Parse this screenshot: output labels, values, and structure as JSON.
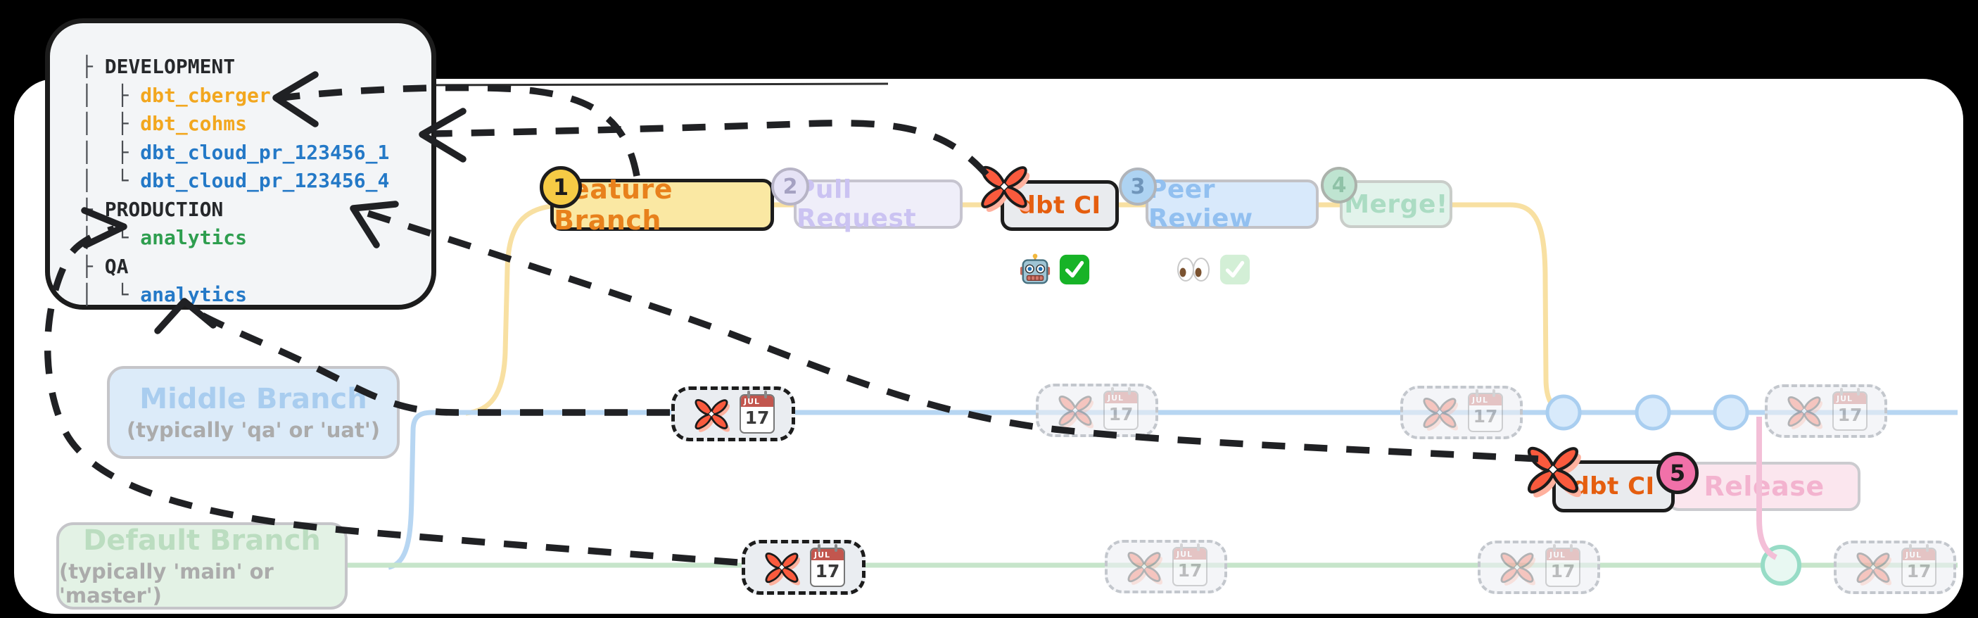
{
  "tree": {
    "rows": [
      {
        "prefix": "├ ",
        "label": "DEVELOPMENT",
        "color": "#26282b"
      },
      {
        "prefix": "│  ├ ",
        "label": "dbt_cberger",
        "color": "#f2a71f"
      },
      {
        "prefix": "│  ├ ",
        "label": "dbt_cohms",
        "color": "#f2a71f"
      },
      {
        "prefix": "│  ├ ",
        "label": "dbt_cloud_pr_123456_1",
        "color": "#2479c7"
      },
      {
        "prefix": "│  └ ",
        "label": "dbt_cloud_pr_123456_4",
        "color": "#2479c7"
      },
      {
        "prefix": "├ ",
        "label": "PRODUCTION",
        "color": "#26282b"
      },
      {
        "prefix": "│  └ ",
        "label": "analytics",
        "color": "#2e9e4f"
      },
      {
        "prefix": "├ ",
        "label": "QA",
        "color": "#26282b"
      },
      {
        "prefix": "│  └ ",
        "label": "analytics",
        "color": "#2479c7"
      }
    ]
  },
  "flow": {
    "steps": [
      {
        "num": "1",
        "label": "Feature Branch"
      },
      {
        "num": "2",
        "label": "Pull Request"
      },
      {
        "num": "",
        "label": "dbt CI"
      },
      {
        "num": "3",
        "label": "Peer Review"
      },
      {
        "num": "4",
        "label": "Merge!"
      }
    ],
    "release": {
      "num": "5",
      "ci_label": "dbt CI",
      "label": "Release"
    }
  },
  "branches": {
    "middle": {
      "title": "Middle Branch",
      "subtitle": "(typically 'qa' or 'uat')"
    },
    "default_branch": {
      "title": "Default Branch",
      "subtitle": "(typically 'main' or 'master')"
    }
  },
  "commit": {
    "month": "JUL",
    "day": "17"
  },
  "icons": {
    "ci_bot": "robot-icon",
    "ci_pass": "check-icon",
    "review_eyes": "eyes-icon",
    "dbt_logo": "dbt-logo-icon",
    "commit_date": "calendar-icon"
  },
  "colors": {
    "dbt_orange": "#fa5a3d",
    "feature_yellow": "#fae8a3",
    "badge1_yellow": "#f6cb45",
    "badge5_pink": "#f171a9",
    "branch_blue": "#b7d6f2",
    "branch_green": "#c6e5ca",
    "branch_yellow": "#f8e0a2",
    "branch_pink": "#f3bfd7",
    "tree_amber": "#f2a71f",
    "tree_blue": "#2479c7",
    "tree_green": "#2e9e4f"
  }
}
